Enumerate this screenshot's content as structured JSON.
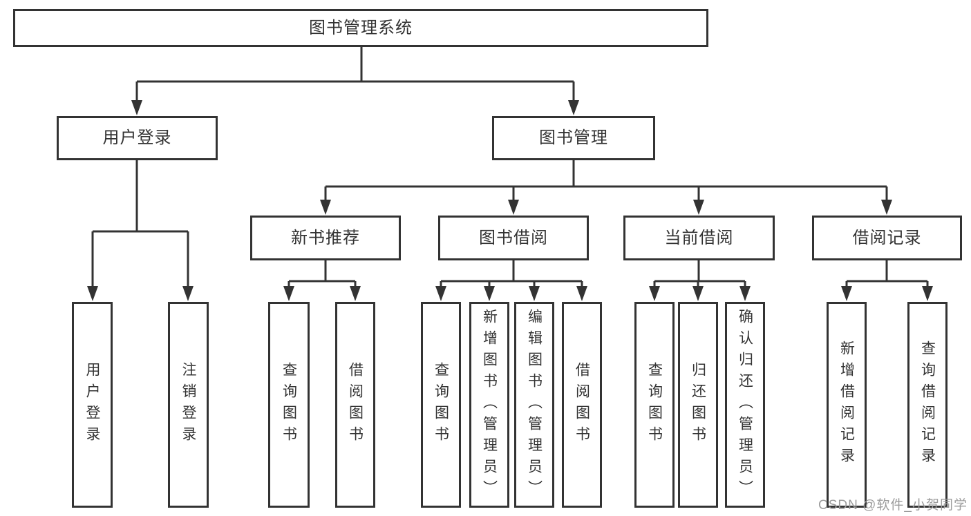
{
  "colors": {
    "line": "#333333",
    "box_border": "#333333",
    "background": "#ffffff",
    "watermark": "#9c9c9c"
  },
  "tree": {
    "root": {
      "label": "图书管理系统"
    },
    "branches": [
      {
        "label": "用户登录",
        "children": [
          {
            "label": "用户登录"
          },
          {
            "label": "注销登录"
          }
        ]
      },
      {
        "label": "图书管理",
        "children": [
          {
            "label": "新书推荐",
            "children": [
              {
                "label": "查询图书"
              },
              {
                "label": "借阅图书"
              }
            ]
          },
          {
            "label": "图书借阅",
            "children": [
              {
                "label": "查询图书"
              },
              {
                "label": "新增图书（管理员）"
              },
              {
                "label": "编辑图书（管理员）"
              },
              {
                "label": "借阅图书"
              }
            ]
          },
          {
            "label": "当前借阅",
            "children": [
              {
                "label": "查询图书"
              },
              {
                "label": "归还图书"
              },
              {
                "label": "确认归还（管理员）"
              }
            ]
          },
          {
            "label": "借阅记录",
            "children": [
              {
                "label": "新增借阅记录"
              },
              {
                "label": "查询借阅记录"
              }
            ]
          }
        ]
      }
    ]
  },
  "watermark": {
    "text": "CSDN @软件_小贺同学"
  }
}
